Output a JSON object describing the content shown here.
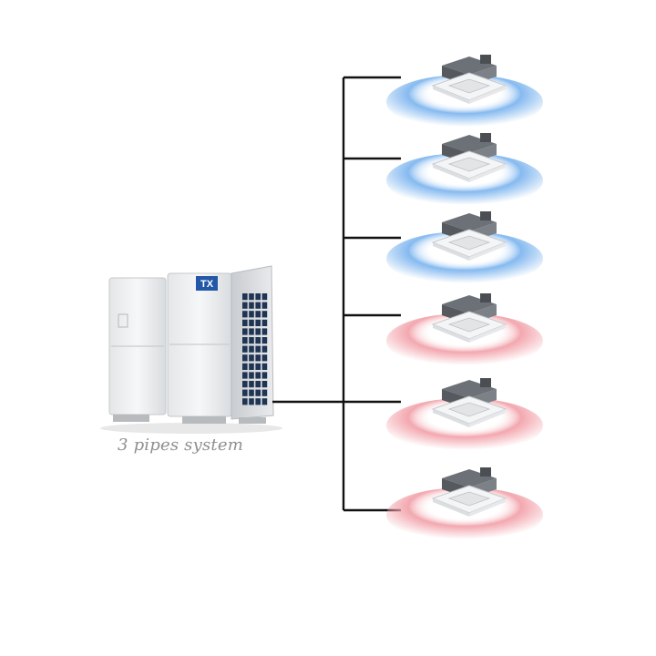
{
  "outdoor_unit": {
    "brand": "TX",
    "caption": "3 pipes system",
    "brand_color": "#2357a8"
  },
  "indoor_units": [
    {
      "mode": "cooling",
      "color": "#7fb6ef"
    },
    {
      "mode": "cooling",
      "color": "#7fb6ef"
    },
    {
      "mode": "cooling",
      "color": "#7fb6ef"
    },
    {
      "mode": "heating",
      "color": "#f2a3ab"
    },
    {
      "mode": "heating",
      "color": "#f2a3ab"
    },
    {
      "mode": "heating",
      "color": "#f2a3ab"
    }
  ],
  "pipe_color": "#111111"
}
